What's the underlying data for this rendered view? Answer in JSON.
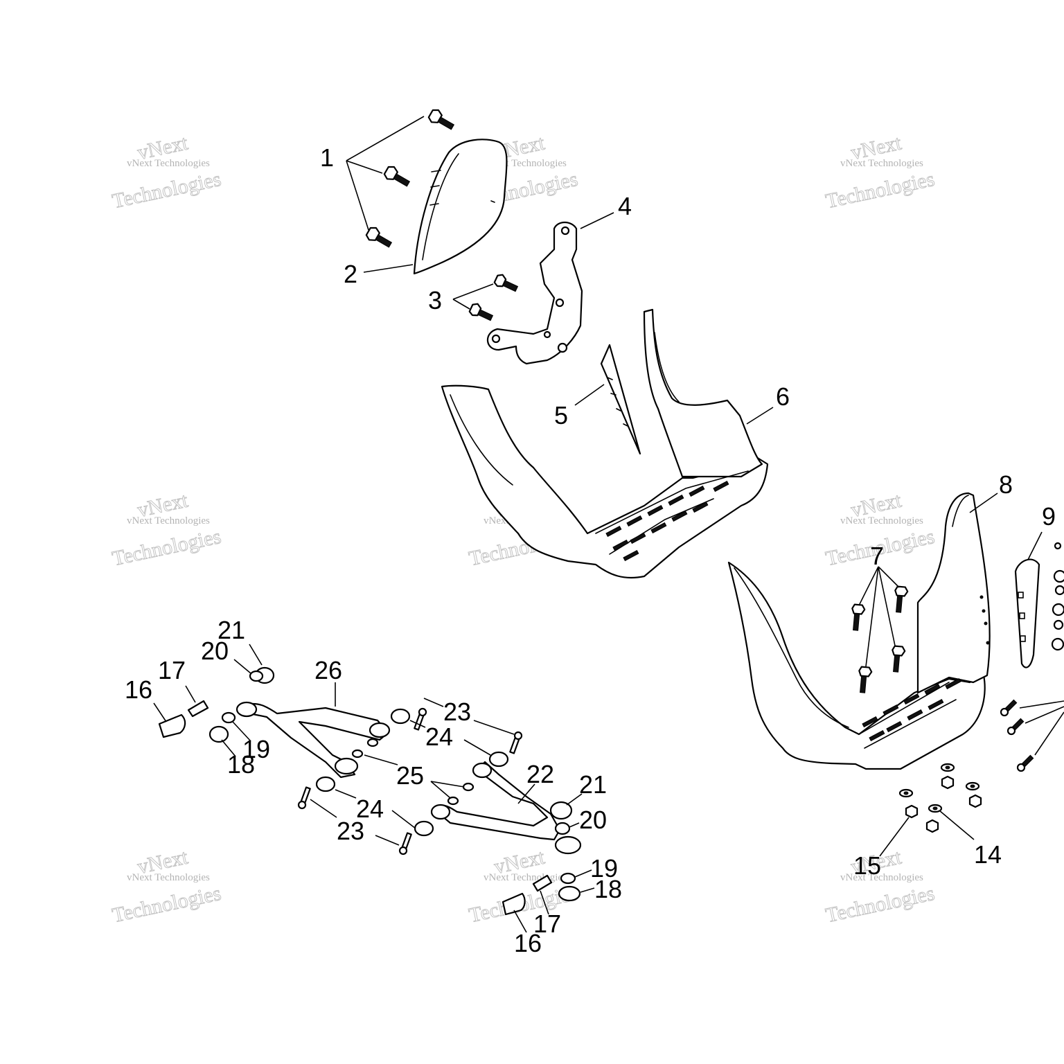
{
  "watermark": {
    "line_small": "vNext Technologies",
    "line_top": "vNext",
    "line_bottom": "Technologies"
  },
  "callouts": {
    "c1": "1",
    "c2": "2",
    "c3": "3",
    "c4": "4",
    "c5": "5",
    "c6": "6",
    "c7": "7",
    "c8": "8",
    "c9": "9",
    "c14": "14",
    "c15": "15",
    "c16a": "16",
    "c17a": "17",
    "c18a": "18",
    "c19a": "19",
    "c20a": "20",
    "c21a": "21",
    "c26": "26",
    "c23a": "23",
    "c24a": "24",
    "c25": "25",
    "c22": "22",
    "c21b": "21",
    "c20b": "20",
    "c24b": "24",
    "c23b": "23",
    "c19b": "19",
    "c18b": "18",
    "c17b": "17",
    "c16b": "16"
  }
}
